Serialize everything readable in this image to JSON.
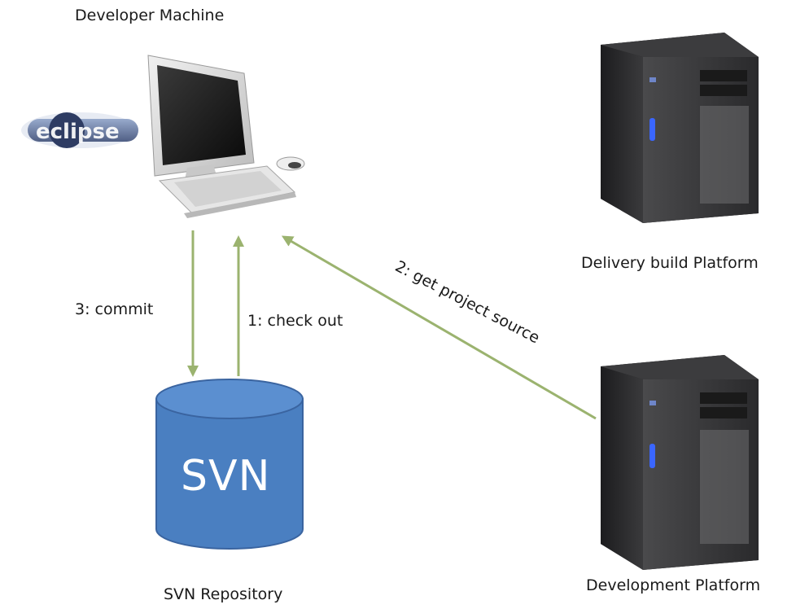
{
  "labels": {
    "developer_machine": "Developer Machine",
    "delivery_build_platform": "Delivery build Platform",
    "development_platform": "Development Platform",
    "svn_repository": "SVN Repository",
    "svn_cylinder": "SVN",
    "eclipse_logo": "eclipse"
  },
  "edges": {
    "commit": "3: commit",
    "check_out": "1: check out",
    "get_project_source": "2: get project source"
  },
  "colors": {
    "arrow": "#9bb36f",
    "cylinder_fill": "#4a7fc1",
    "cylinder_stroke": "#3a64a0",
    "server_body": "#2e2e30",
    "server_led": "#3a66ff"
  },
  "icons": [
    "eclipse-logo-icon",
    "desktop-computer-icon",
    "server-tower-icon"
  ]
}
